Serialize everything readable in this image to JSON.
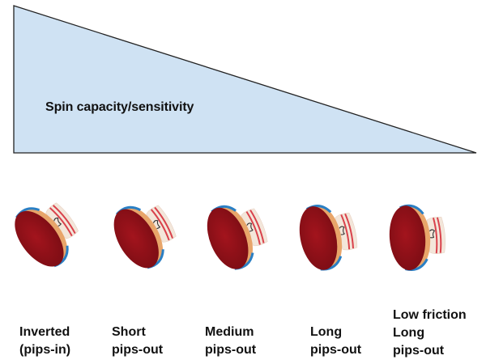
{
  "diagram": {
    "gradient_label": "Spin capacity/sensitivity",
    "gradient_direction": "decreasing left to right",
    "colors": {
      "triangle_fill": "#cfe2f3",
      "triangle_stroke": "#222222",
      "blade_red": "#a3141d",
      "blade_red_dark": "#7c0d14",
      "edge_tape": "#2a7fc4",
      "handle": "#f3e6da",
      "handle_stripe": "#d9414b",
      "text": "#111111"
    },
    "rubbers": [
      {
        "id": "inverted",
        "lines": [
          "Inverted",
          "(pips-in)"
        ]
      },
      {
        "id": "short-pips",
        "lines": [
          "Short",
          "pips-out"
        ]
      },
      {
        "id": "medium-pips",
        "lines": [
          "Medium",
          "pips-out"
        ]
      },
      {
        "id": "long-pips",
        "lines": [
          "Long",
          "pips-out"
        ]
      },
      {
        "id": "low-friction-long-pips",
        "lines": [
          "Low friction",
          "Long",
          "pips-out"
        ]
      }
    ]
  }
}
